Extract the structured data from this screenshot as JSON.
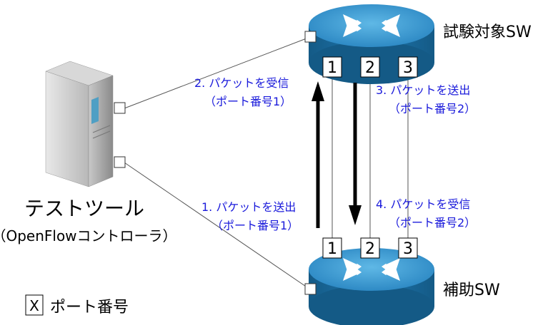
{
  "switch_top": {
    "name": "試験対象SW"
  },
  "switch_bottom": {
    "name": "補助SW"
  },
  "tool": {
    "name": "テストツール",
    "subtitle": "（OpenFlowコントローラ）"
  },
  "ports": {
    "p1": "1",
    "p2": "2",
    "p3": "3"
  },
  "steps": {
    "step1": {
      "line1": "1. パケットを送出",
      "line2": "（ポート番号1）"
    },
    "step2": {
      "line1": "2. パケットを受信",
      "line2": "（ポート番号1）"
    },
    "step3": {
      "line1": "3. パケットを送出",
      "line2": "（ポート番号2）"
    },
    "step4": {
      "line1": "4. パケットを受信",
      "line2": "（ポート番号2）"
    }
  },
  "legend": {
    "box_symbol": "X",
    "label": "ポート番号"
  },
  "colors": {
    "annotation": "#1a1adb",
    "router_body": "#1e6fa3",
    "router_top": "#3a9bd0"
  },
  "icons": {
    "router": "router-icon",
    "server": "server-icon"
  }
}
